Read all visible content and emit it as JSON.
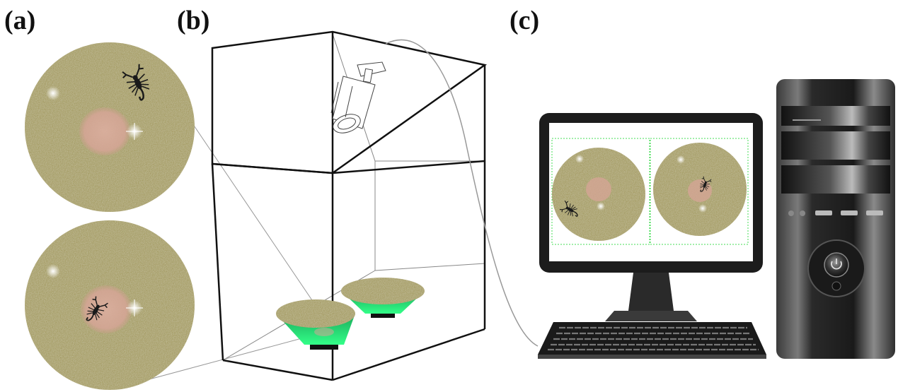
{
  "panels": {
    "a": {
      "label": "(a)"
    },
    "b": {
      "label": "(b)"
    },
    "c": {
      "label": "(c)"
    }
  },
  "colors": {
    "sand": "#a9a06a",
    "sand_dark": "#8a8350",
    "center_patch": "#d8a99a",
    "bowl_glow": "#22e07a",
    "box_line": "#111111",
    "computer_dark": "#1c1c1c",
    "grid_line": "#44dd55"
  },
  "icons": [
    "scorpion-icon",
    "camera-icon",
    "monitor-icon",
    "keyboard-icon",
    "pc-tower-icon"
  ]
}
